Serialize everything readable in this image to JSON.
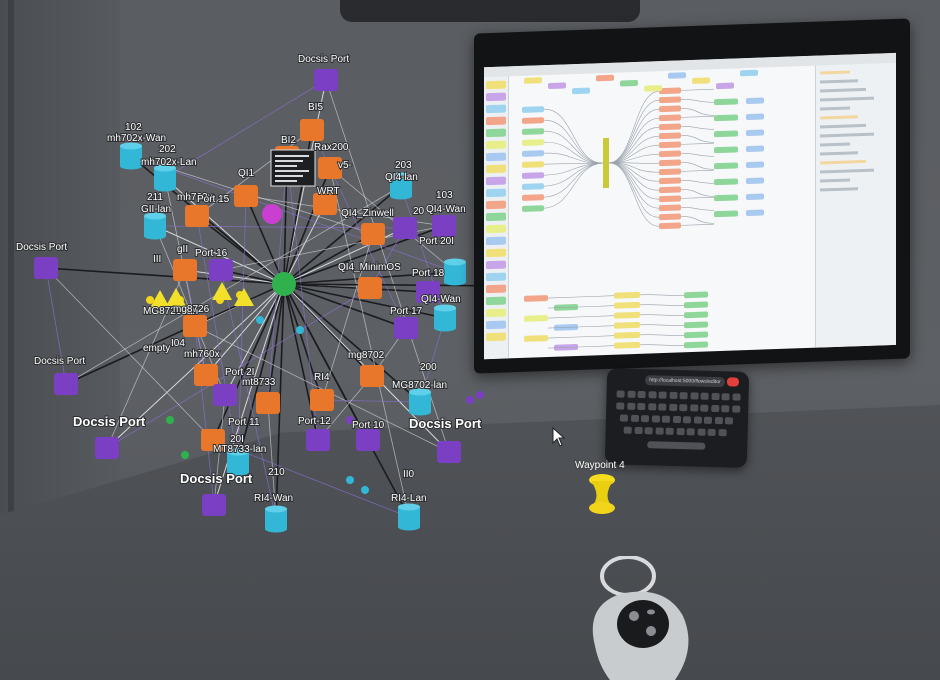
{
  "scene": {
    "graph_labels": [
      "Docsis Port",
      "BI5",
      "102",
      "mh702x-Wan",
      "202",
      "mh702x-Lan",
      "BI2",
      "Rax200",
      "v5-",
      "WRT",
      "QI1",
      "203",
      "QI4-lan",
      "211",
      "GII-lan",
      "mh702x",
      "Port 15",
      "QI4_Zinwell",
      "20",
      "103",
      "QI4-Wan",
      "Docsis Port",
      "gII",
      "Port 16",
      "III",
      "Port 20I",
      "QI4_MinimOS",
      "Port 18",
      "QI4-Wan",
      "MG8726-lan",
      "mg8726",
      "Port 17",
      "Docsis Port",
      "I04",
      "mh760x",
      "mg8702",
      "200",
      "MG8702-lan",
      "Port 2I",
      "mt8733",
      "RI4",
      "Docsis Port",
      "Port 11",
      "Port-12",
      "Port 10",
      "Docsis Port",
      "20I",
      "MT8733-lan",
      "Docsis Port",
      "210",
      "II0",
      "RI4-Wan",
      "RI4-Lan",
      "empty"
    ],
    "waypoint_label": "Waypoint 4"
  },
  "keyboard": {
    "url": "http://localhost:5000/flows/editor"
  },
  "colors": {
    "orange": "#e8772b",
    "purple": "#7b3fc4",
    "cyan": "#33b7d6",
    "green": "#2fb24d",
    "yellow": "#f2d51a"
  }
}
